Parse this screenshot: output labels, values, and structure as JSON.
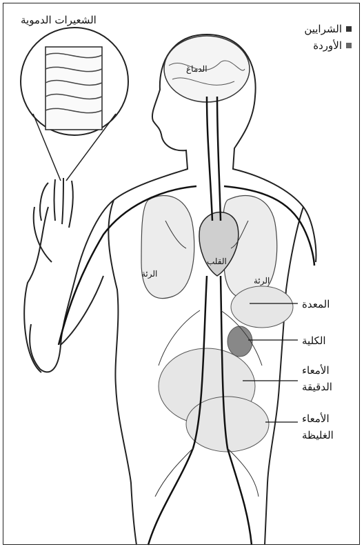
{
  "legend": {
    "arteries": "الشرايين",
    "veins": "الأوردة"
  },
  "labels": {
    "capillaries": "الشعيرات الدموية",
    "brain": "الدماغ",
    "heart": "القلب",
    "lung_left": "الرئة",
    "lung_right": "الرئة",
    "stomach": "المعدة",
    "kidney": "الكلية",
    "small_intestine_1": "الأمعاء",
    "small_intestine_2": "الدقيقة",
    "large_intestine_1": "الأمعاء",
    "large_intestine_2": "الغليظة"
  }
}
